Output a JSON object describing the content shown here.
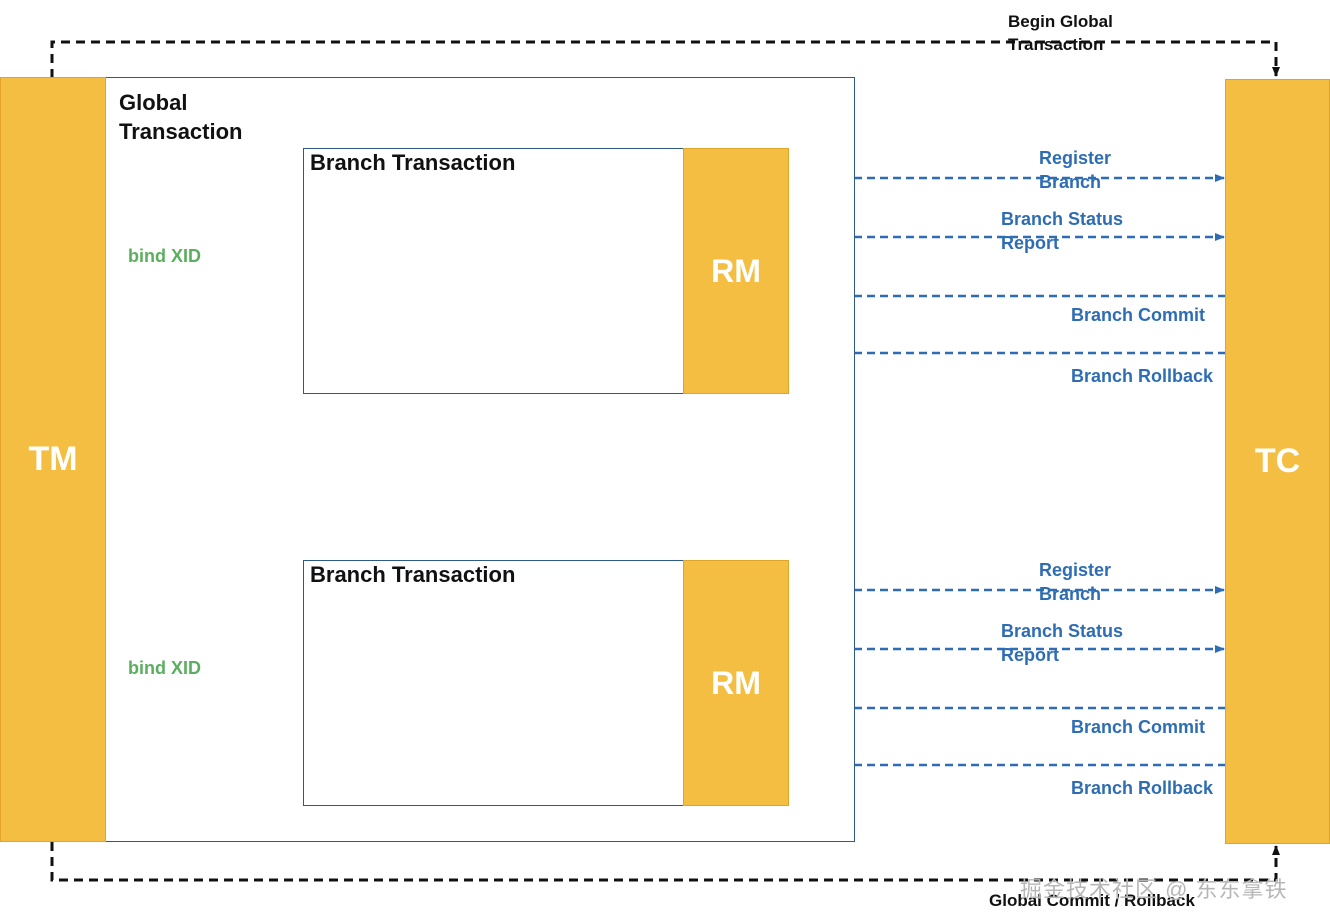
{
  "tm": {
    "label": "TM"
  },
  "tc": {
    "label": "TC"
  },
  "global_transaction": {
    "title": "Global Transaction"
  },
  "begin_global": "Begin Global Transaction",
  "global_commit": "Global Commit / Rollback",
  "branches": [
    {
      "title": "Branch Transaction",
      "rm": "RM",
      "bind": "bind XID",
      "register": "Register Branch",
      "status": "Branch Status Report",
      "commit": "Branch Commit",
      "rollback": "Branch Rollback"
    },
    {
      "title": "Branch Transaction",
      "rm": "RM",
      "bind": "bind XID",
      "register": "Register Branch",
      "status": "Branch Status Report",
      "commit": "Branch Commit",
      "rollback": "Branch Rollback"
    }
  ],
  "watermark": "掘金技术社区 @ 东东拿铁",
  "colors": {
    "accent": "#F4BE42",
    "blue": "#2E6DB4",
    "green": "#5BAE5E",
    "border": "#2F5A86"
  }
}
